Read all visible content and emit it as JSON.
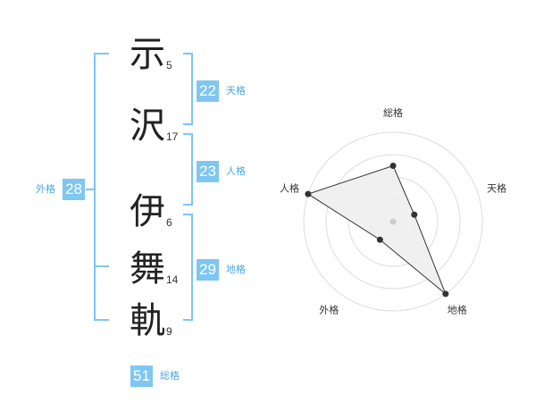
{
  "name_chars": [
    {
      "char": "示",
      "strokes": "5"
    },
    {
      "char": "沢",
      "strokes": "17"
    },
    {
      "char": "伊",
      "strokes": "6"
    },
    {
      "char": "舞",
      "strokes": "14"
    },
    {
      "char": "軌",
      "strokes": "9"
    }
  ],
  "fortunes": {
    "tenkaku": {
      "value": "22",
      "label": "天格"
    },
    "jinkaku": {
      "value": "23",
      "label": "人格"
    },
    "chikaku": {
      "value": "29",
      "label": "地格"
    },
    "gaikaku": {
      "value": "28",
      "label": "外格"
    },
    "soukaku": {
      "value": "51",
      "label": "総格"
    }
  },
  "colors": {
    "accent": "#7fc6f2",
    "bracket": "#7fc6f2",
    "text": "#222222"
  },
  "chart_data": {
    "type": "radar",
    "axes": [
      "総格",
      "天格",
      "地格",
      "外格",
      "人格"
    ],
    "levels": 4,
    "max": 4,
    "values": [
      2.5,
      1,
      4,
      1,
      4
    ],
    "series_color": "#333333",
    "fill": "#eeeeee"
  }
}
